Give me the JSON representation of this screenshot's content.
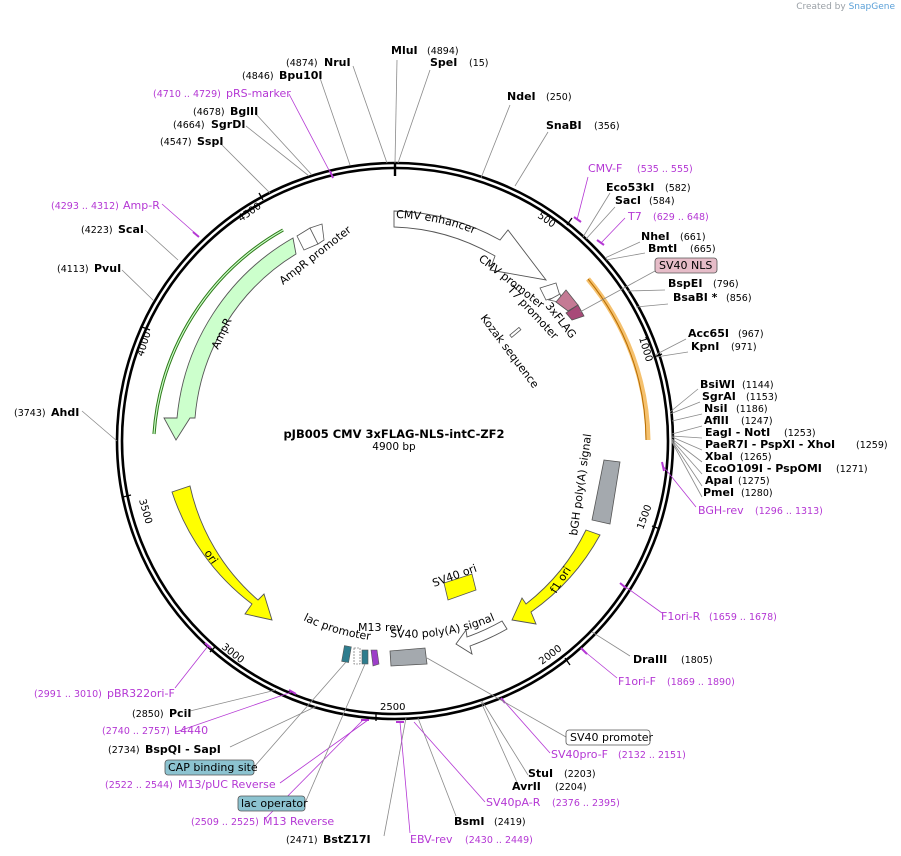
{
  "credit": {
    "prefix": "Created by",
    "brand": "SnapGene"
  },
  "plasmid": {
    "name": "pJB005 CMV 3xFLAG-NLS-intC-ZF2",
    "size": "4900 bp"
  },
  "ticks": [
    "500",
    "1000",
    "1500",
    "2000",
    "2500",
    "3000",
    "3500",
    "4000",
    "4500"
  ],
  "sites": [
    {
      "name": "MluI",
      "pos": "(4894)"
    },
    {
      "name": "SpeI",
      "pos": "(15)"
    },
    {
      "name": "NdeI",
      "pos": "(250)"
    },
    {
      "name": "SnaBI",
      "pos": "(356)"
    },
    {
      "name": "Eco53kI",
      "pos": "(582)"
    },
    {
      "name": "SacI",
      "pos": "(584)"
    },
    {
      "name": "NheI",
      "pos": "(661)"
    },
    {
      "name": "BmtI",
      "pos": "(665)"
    },
    {
      "name": "BspEI",
      "pos": "(796)"
    },
    {
      "name": "BsaBI *",
      "pos": "(856)"
    },
    {
      "name": "Acc65I",
      "pos": "(967)"
    },
    {
      "name": "KpnI",
      "pos": "(971)"
    },
    {
      "name": "BsiWI",
      "pos": "(1144)"
    },
    {
      "name": "SgrAI",
      "pos": "(1153)"
    },
    {
      "name": "NsiI",
      "pos": "(1186)"
    },
    {
      "name": "AflII",
      "pos": "(1247)"
    },
    {
      "name": "EagI - NotI",
      "pos": "(1253)"
    },
    {
      "name": "PaeR7I - PspXI - XhoI",
      "pos": "(1259)"
    },
    {
      "name": "XbaI",
      "pos": "(1265)"
    },
    {
      "name": "EcoO109I - PspOMI",
      "pos": "(1271)"
    },
    {
      "name": "ApaI",
      "pos": "(1275)"
    },
    {
      "name": "PmeI",
      "pos": "(1280)"
    },
    {
      "name": "DraIII",
      "pos": "(1805)"
    },
    {
      "name": "StuI",
      "pos": "(2203)"
    },
    {
      "name": "AvrII",
      "pos": "(2204)"
    },
    {
      "name": "BsmI",
      "pos": "(2419)"
    },
    {
      "name": "BstZ17I",
      "pos": "(2471)"
    },
    {
      "name": "BspQI - SapI",
      "pos": "(2734)"
    },
    {
      "name": "PciI",
      "pos": "(2850)"
    },
    {
      "name": "AhdI",
      "pos": "(3743)"
    },
    {
      "name": "PvuI",
      "pos": "(4113)"
    },
    {
      "name": "ScaI",
      "pos": "(4223)"
    },
    {
      "name": "SspI",
      "pos": "(4547)"
    },
    {
      "name": "SgrDI",
      "pos": "(4664)"
    },
    {
      "name": "BglII",
      "pos": "(4678)"
    },
    {
      "name": "Bpu10I",
      "pos": "(4846)"
    },
    {
      "name": "NruI",
      "pos": "(4874)"
    }
  ],
  "primers": [
    {
      "name": "CMV-F",
      "pos": "(535 .. 555)"
    },
    {
      "name": "T7",
      "pos": "(629 .. 648)"
    },
    {
      "name": "BGH-rev",
      "pos": "(1296 .. 1313)"
    },
    {
      "name": "F1ori-R",
      "pos": "(1659 .. 1678)"
    },
    {
      "name": "F1ori-F",
      "pos": "(1869 .. 1890)"
    },
    {
      "name": "SV40pro-F",
      "pos": "(2132 .. 2151)"
    },
    {
      "name": "SV40pA-R",
      "pos": "(2376 .. 2395)"
    },
    {
      "name": "EBV-rev",
      "pos": "(2430 .. 2449)"
    },
    {
      "name": "M13 Reverse",
      "pos": "(2509 .. 2525)"
    },
    {
      "name": "M13/pUC Reverse",
      "pos": "(2522 .. 2544)"
    },
    {
      "name": "L4440",
      "pos": "(2740 .. 2757)"
    },
    {
      "name": "pBR322ori-F",
      "pos": "(2991 .. 3010)"
    },
    {
      "name": "Amp-R",
      "pos": "(4293 .. 4312)"
    },
    {
      "name": "pRS-marker",
      "pos": "(4710 .. 4729)"
    }
  ],
  "boxed_features": [
    {
      "name": "SV40 NLS",
      "fill": "#e6bcc8"
    },
    {
      "name": "SV40 promoter",
      "fill": "#ffffff"
    },
    {
      "name": "CAP binding site",
      "fill": "#8cc3d0"
    },
    {
      "name": "lac operator",
      "fill": "#8cc3d0"
    }
  ],
  "features": {
    "cmv_enhancer": "CMV enhancer",
    "cmv_promoter": "CMV promoter",
    "t7_promoter": "T7 promoter",
    "kozak": "Kozak sequence",
    "flag": "3xFLAG",
    "bgh": "bGH poly(A) signal",
    "f1_ori": "f1 ori",
    "sv40_ori": "SV40 ori",
    "sv40_polya": "SV40 poly(A) signal",
    "m13_rev": "M13 rev",
    "lac_promoter": "lac promoter",
    "ori": "ori",
    "ampr": "AmpR",
    "ampr_promoter": "AmpR promoter"
  },
  "colors": {
    "ori": "#ffff00",
    "ampr": "#ccffcc",
    "orf_band": "#f5c16e",
    "amp_band": "#2f7a19",
    "primer": "#b437d4",
    "grey_feature": "#a4a9ae",
    "flag": "#c47a94"
  }
}
